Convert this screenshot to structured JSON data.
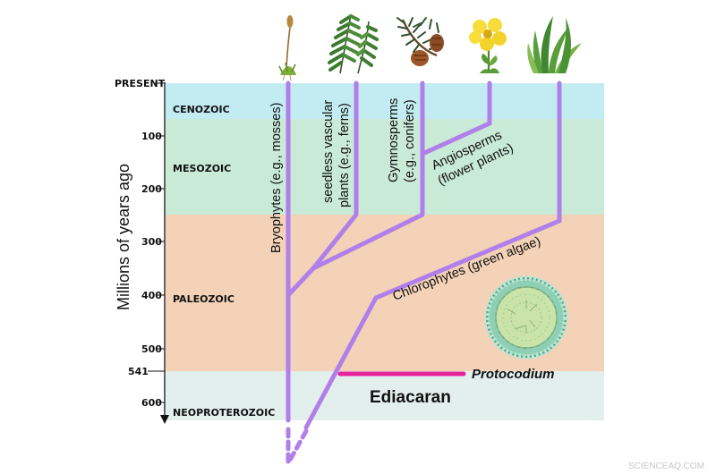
{
  "axis": {
    "ylabel": "Millions of years ago",
    "ticks": [
      "PRESENT",
      "100",
      "200",
      "300",
      "400",
      "500",
      "541",
      "600"
    ]
  },
  "eras": [
    {
      "name": "CENOZOIC",
      "color": "#c2ecf2"
    },
    {
      "name": "MESOZOIC",
      "color": "#c9ead7"
    },
    {
      "name": "PALEOZOIC",
      "color": "#f3d2b7"
    },
    {
      "name": "Ediacaran",
      "color": "#dfeeeb"
    },
    {
      "name": "NEOPROTEROZOIC",
      "color": "#e5f1ee"
    }
  ],
  "lineages": {
    "bryophytes": "Bryophytes (e.g., mosses)",
    "ferns_line1": "seedless vascular",
    "ferns_line2": "plants (e.g., ferns)",
    "gymno_line1": "Gymnosperms",
    "gymno_line2": "(e.g., conifers)",
    "angio_line1": "Angiosperms",
    "angio_line2": "(flower plants)",
    "chloro": "Chlorophytes (green algae)"
  },
  "fossil": "Protocodium",
  "colors": {
    "branch": "#b07fea",
    "fossil_bar": "#e6239a"
  },
  "icons": [
    "moss-icon",
    "fern-icon",
    "conifer-icon",
    "flower-icon",
    "algae-icon",
    "algae-cell-icon"
  ],
  "watermark": "SCIENCEAQ.COM"
}
